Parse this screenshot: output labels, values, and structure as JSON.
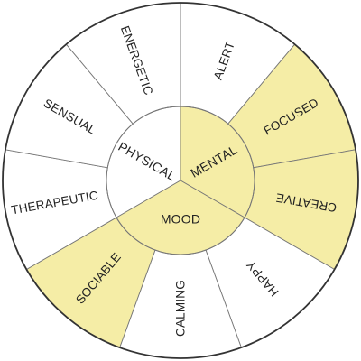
{
  "colors": {
    "highlight": "#f5eda6",
    "plain": "#ffffff",
    "stroke": "#333333",
    "divider": "#777777",
    "text": "#222222"
  },
  "inner": [
    {
      "label": "PHYSICAL",
      "highlighted": false
    },
    {
      "label": "MENTAL",
      "highlighted": true
    },
    {
      "label": "MOOD",
      "highlighted": true
    }
  ],
  "outer": [
    {
      "label": "ALERT",
      "highlighted": false
    },
    {
      "label": "FOCUSED",
      "highlighted": true
    },
    {
      "label": "CREATIVE",
      "highlighted": true
    },
    {
      "label": "HAPPY",
      "highlighted": false
    },
    {
      "label": "CALMING",
      "highlighted": false
    },
    {
      "label": "SOCIABLE",
      "highlighted": true
    },
    {
      "label": "THERAPEUTIC",
      "highlighted": false
    },
    {
      "label": "SENSUAL",
      "highlighted": false
    },
    {
      "label": "ENERGETIC",
      "highlighted": false
    }
  ]
}
